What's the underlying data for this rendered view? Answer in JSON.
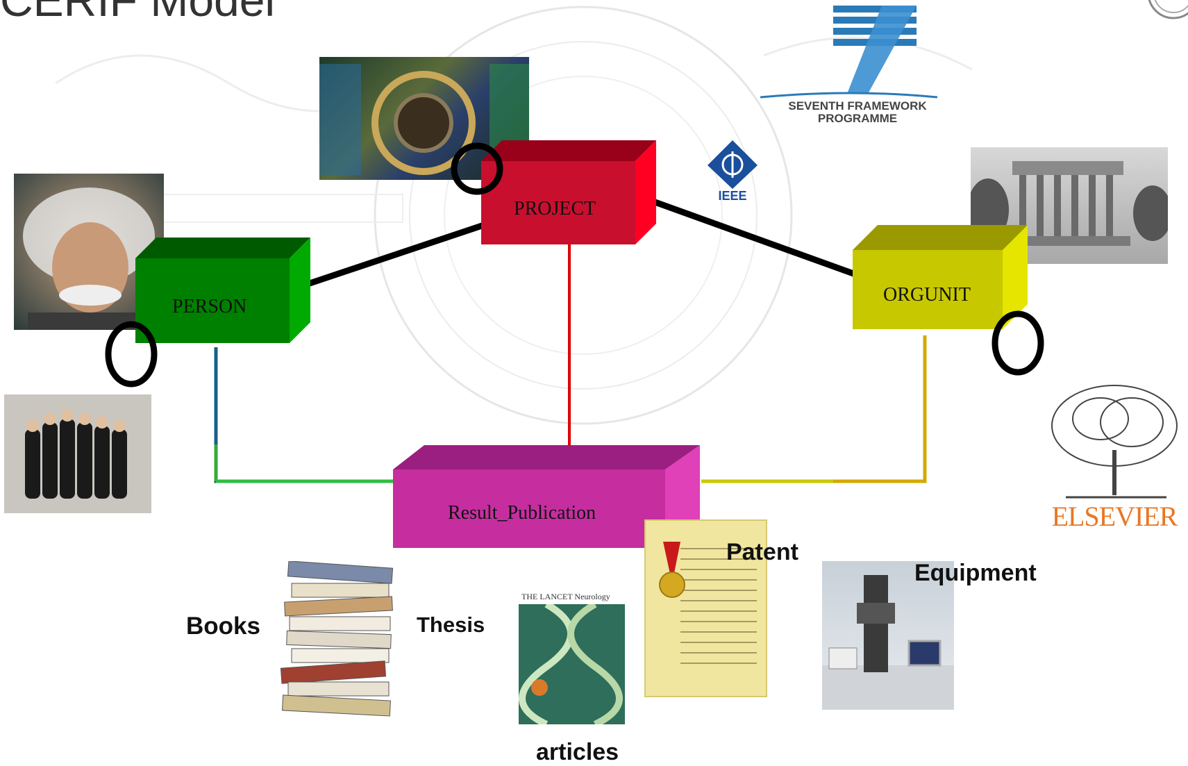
{
  "title": "CERIF Model",
  "entities": {
    "project": "PROJECT",
    "person": "PERSON",
    "orgunit": "ORGUNIT",
    "result": "Result_Publication"
  },
  "logos": {
    "fp7_line1": "SEVENTH FRAMEWORK",
    "fp7_line2": "PROGRAMME",
    "ieee": "IEEE",
    "elsevier": "ELSEVIER",
    "lancet": "THE LANCET Neurology"
  },
  "labels": {
    "books": "Books",
    "thesis": "Thesis",
    "articles": "articles",
    "patent": "Patent",
    "equipment": "Equipment"
  },
  "colors": {
    "project": "#c8102e",
    "person": "#008000",
    "orgunit": "#c8c800",
    "result": "#c62ea0",
    "link": "#000000"
  }
}
